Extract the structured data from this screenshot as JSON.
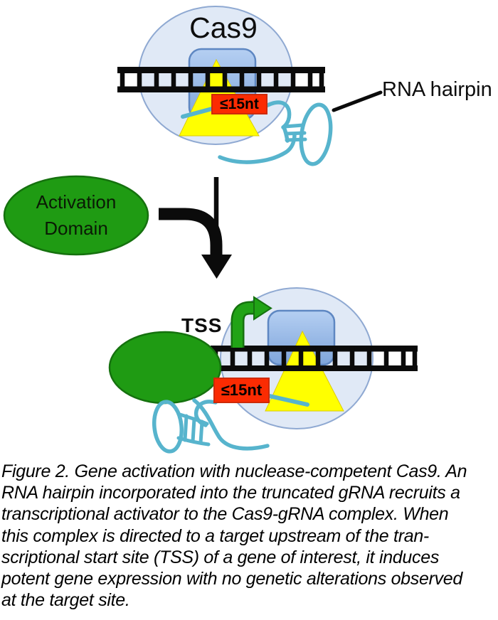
{
  "figure": {
    "top_panel": {
      "protein_label": "Cas9",
      "hairpin_label": "RNA hairpin",
      "truncation_label": "≤15nt"
    },
    "middle": {
      "activation_domain_label": "Activation\nDomain"
    },
    "bottom_panel": {
      "tss_label": "TSS",
      "truncation_label": "≤15nt"
    },
    "caption_lines": [
      "Figure 2. Gene activation with nuclease-competent Cas9. An",
      "RNA hairpin incorporated into the truncated gRNA recruits a",
      "transcriptional activator to the Cas9-gRNA complex. When",
      "this complex is directed to a target upstream of the tran-",
      "scriptional start site (TSS) of a gene of interest, it induces",
      "potent gene expression with no genetic alterations observed",
      "at the target site."
    ],
    "colors": {
      "cas9_body_fill": "#E0E9F6",
      "cas9_body_stroke": "#8FA9D2",
      "cas9_core_fill_top": "#B5CFF2",
      "cas9_core_fill_bottom": "#7EA5DB",
      "dna_black": "#0B0B0B",
      "grna_yellow": "#FFFF00",
      "truncation_red": "#FB2B02",
      "activation_green": "#1F9B13",
      "rna_teal": "#57B4CD"
    }
  }
}
